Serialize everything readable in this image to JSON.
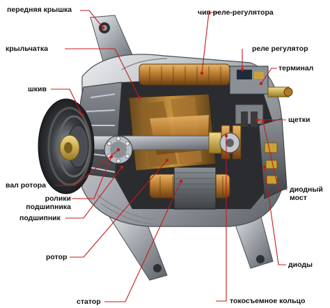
{
  "diagram": {
    "leader_color": "#c41a1a",
    "labels": {
      "front_cover": "передняя крышка",
      "impeller": "крыльчатка",
      "pulley": "шкив",
      "rotor_shaft": "вал ротора",
      "bearing_rollers": [
        "ролики",
        "подшипника"
      ],
      "bearing": "подшипник",
      "rotor": "ротор",
      "stator": "статор",
      "regulator_chip": "чип реле-регулятора",
      "voltage_regulator": "реле регулятор",
      "terminal": "терминал",
      "brushes": "щетки",
      "diode_bridge": [
        "диодный",
        "мост"
      ],
      "diodes": "диоды",
      "slip_ring": "токосъемное кольцо"
    }
  }
}
